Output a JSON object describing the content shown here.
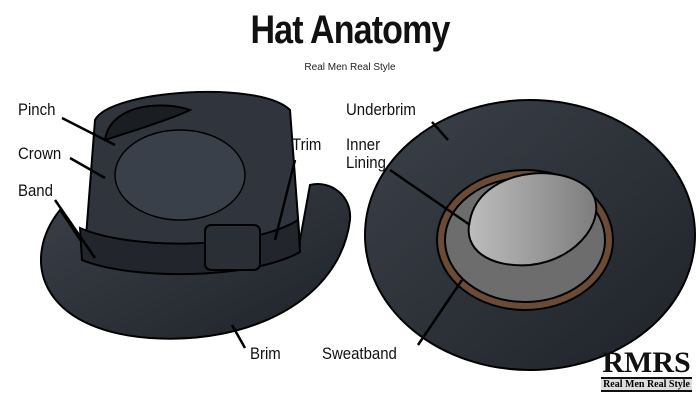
{
  "title": "Hat Anatomy",
  "subtitle": "Real Men Real Style",
  "labels": {
    "pinch": "Pinch",
    "crown": "Crown",
    "band": "Band",
    "trim": "Trim",
    "brim": "Brim",
    "underbrim": "Underbrim",
    "inner_lining": "Inner\nLining",
    "sweatband": "Sweatband"
  },
  "logo": {
    "main": "RMRS",
    "sub": "Real Men Real Style"
  },
  "colors": {
    "hat": "#2b2f36",
    "band": "#1e2126",
    "lining": "#9a9a9a",
    "sweatband": "#6b4a36"
  }
}
